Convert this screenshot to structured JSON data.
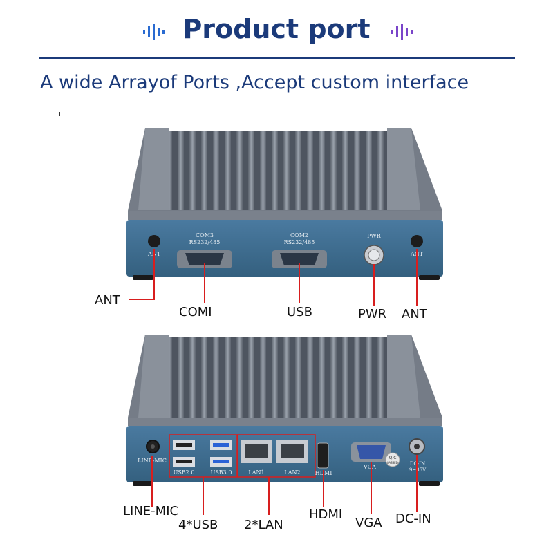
{
  "header": {
    "title": "Product port",
    "subtitle": "A wide Arrayof Ports ,Accept custom interface"
  },
  "colors": {
    "brand_blue": "#1b3a7a",
    "accent_red": "#d81e1e",
    "device_blue": "#3e6a8c",
    "heatsink_gray": "#6d7480"
  },
  "front_panel": {
    "silk": {
      "ant": "ANT",
      "com3": "COM3",
      "com3_sub": "RS232/485",
      "com2": "COM2",
      "com2_sub": "RS232/485",
      "pwr": "PWR",
      "ant2": "ANT"
    },
    "callouts": {
      "ant_left": "ANT",
      "com": "COMI",
      "usb": "USB",
      "pwr": "PWR",
      "ant_right": "ANT"
    }
  },
  "rear_panel": {
    "silk": {
      "line_mic": "LINE-MIC",
      "usb2": "USB2.0",
      "usb3": "USB3.0",
      "lan1": "LAN1",
      "lan2": "LAN2",
      "hdmi": "HDMI",
      "vga": "VGA",
      "qc": "Q.C",
      "passed": "PASSED",
      "dc_in": "DC-IN",
      "dc_volt": "9~35V"
    },
    "callouts": {
      "line_mic": "LINE-MIC",
      "usb": "4*USB",
      "lan": "2*LAN",
      "hdmi": "HDMI",
      "vga": "VGA",
      "dc_in": "DC-IN"
    }
  }
}
